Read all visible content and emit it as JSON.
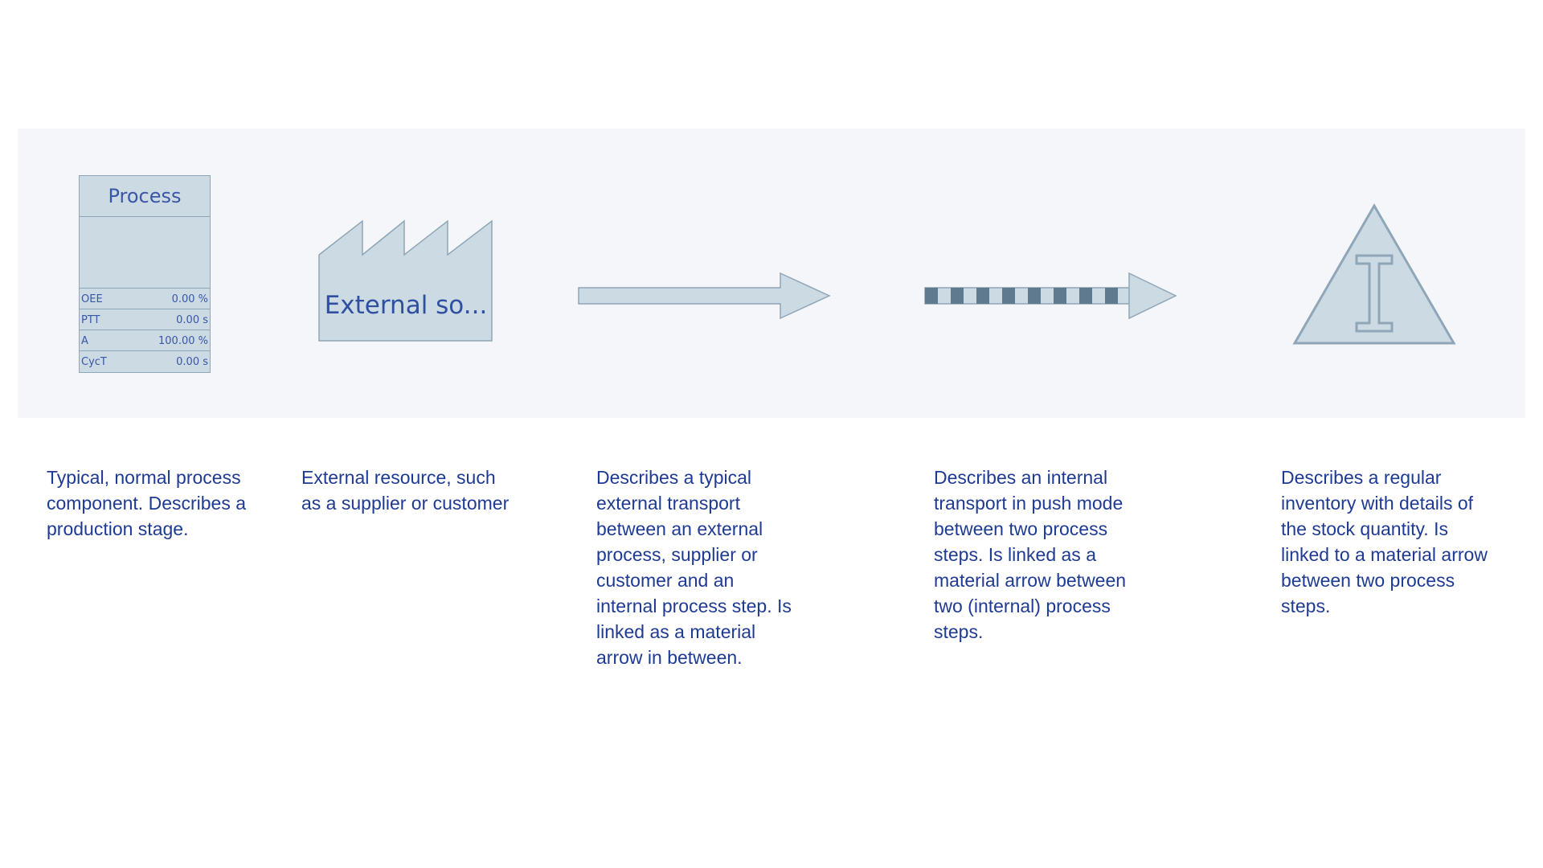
{
  "process": {
    "title": "Process",
    "metrics": [
      {
        "label": "OEE",
        "value": "0.00 %"
      },
      {
        "label": "PTT",
        "value": "0.00 s"
      },
      {
        "label": "A",
        "value": "100.00 %"
      },
      {
        "label": "CycT",
        "value": "0.00 s"
      }
    ],
    "description": "Typical, normal process component. Describes a production stage."
  },
  "external_source": {
    "label": "External so...",
    "description": "External resource, such as a supplier or customer"
  },
  "external_transport": {
    "description": "Describes a typical external transport between an external process, supplier or customer and an internal process step. Is linked as a material arrow in between."
  },
  "push_transport": {
    "description": "Describes an internal transport in push mode between two process steps. Is linked as a material arrow between two (internal) process steps."
  },
  "inventory": {
    "letter": "I",
    "description": "Describes a regular inventory with details of the stock quantity. Is linked to a material arrow between two process steps."
  },
  "colors": {
    "symbol_fill": "#ccdae3",
    "symbol_stroke": "#8fa6b8",
    "symbol_text": "#3a56a6",
    "description_text": "#1f3a93",
    "band_background": "#f4f6fa",
    "stripe_dark": "#5f7a8e"
  }
}
